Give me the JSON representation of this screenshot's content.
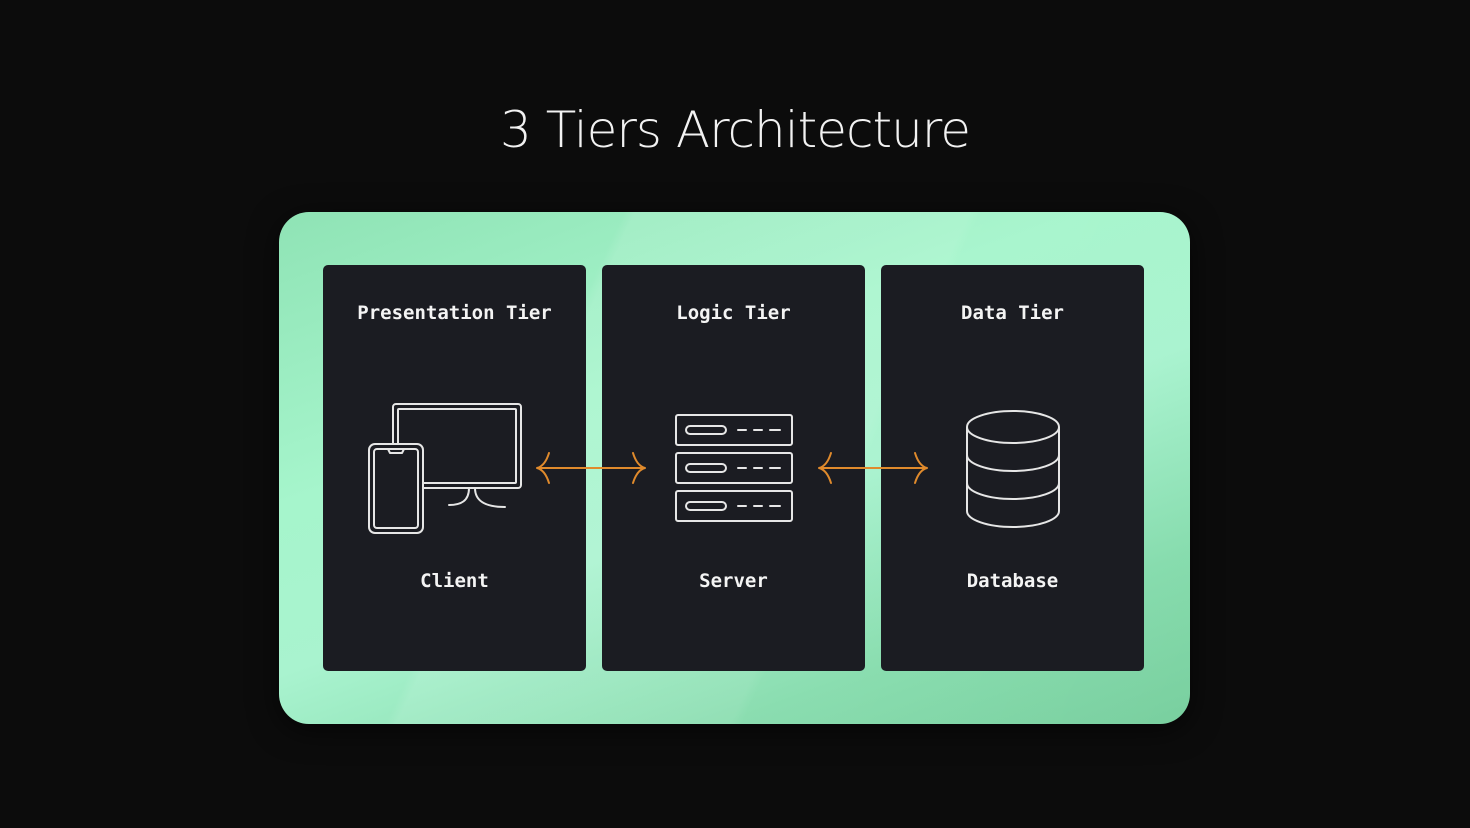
{
  "title": "3 Tiers Architecture",
  "tiers": [
    {
      "title": "Presentation Tier",
      "label": "Client",
      "icon": "devices-icon"
    },
    {
      "title": "Logic Tier",
      "label": "Server",
      "icon": "server-icon"
    },
    {
      "title": "Data Tier",
      "label": "Database",
      "icon": "database-icon"
    }
  ],
  "colors": {
    "background": "#0c0c0c",
    "frame": "#a6f5cc",
    "panel": "#1b1c22",
    "arrow": "#e08a2c",
    "icon_stroke": "#e6e6e6"
  }
}
